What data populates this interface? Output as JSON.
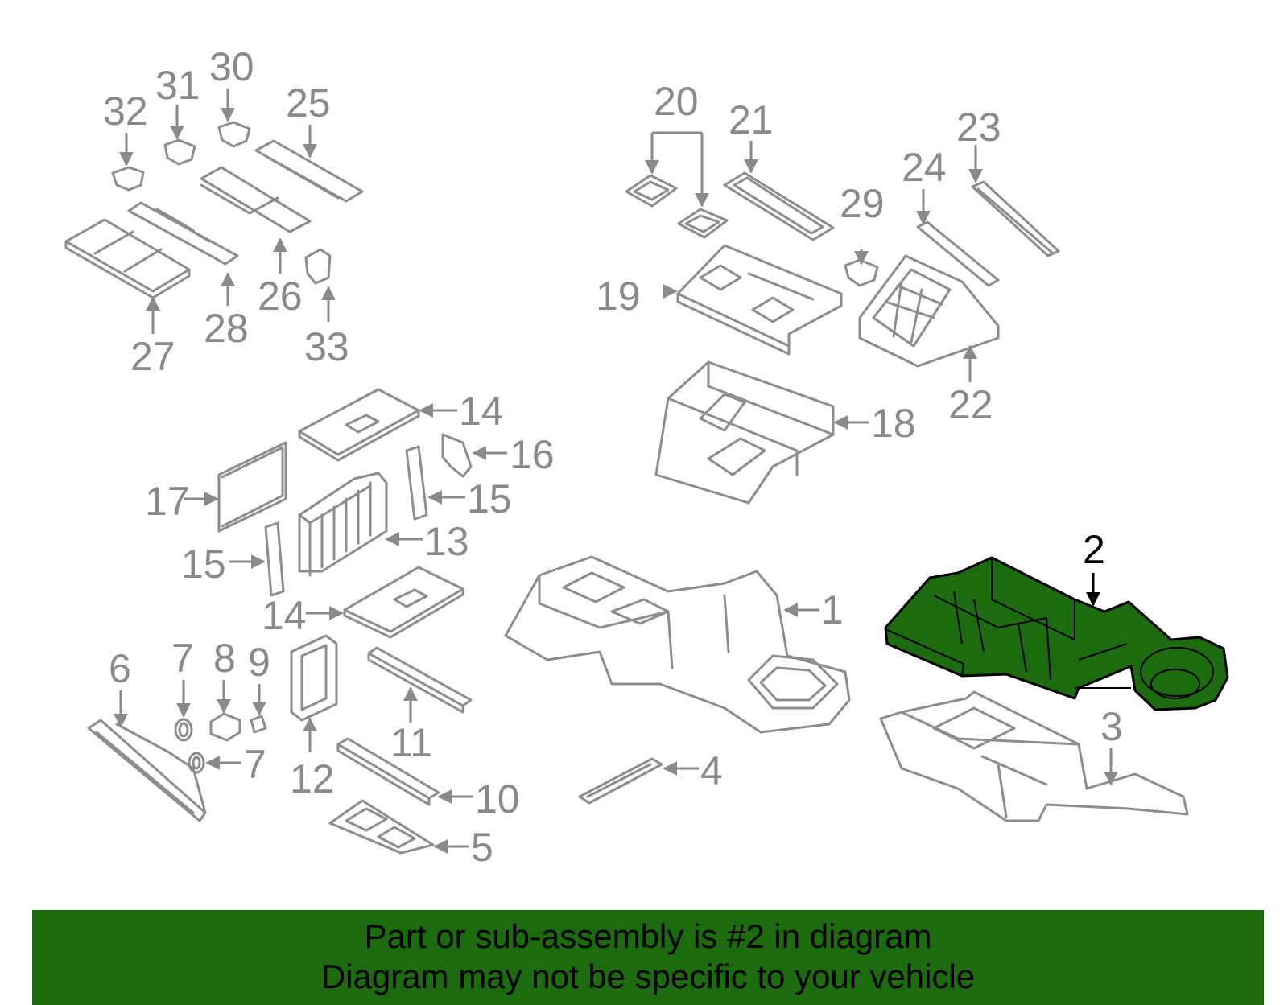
{
  "highlight_color": "#1c6b0e",
  "line_color": "#8d8d8d",
  "highlighted_part": "2",
  "callouts": {
    "c1": "1",
    "c2": "2",
    "c3": "3",
    "c4": "4",
    "c5": "5",
    "c6": "6",
    "c7a": "7",
    "c7b": "7",
    "c8": "8",
    "c9": "9",
    "c10": "10",
    "c11": "11",
    "c12": "12",
    "c13": "13",
    "c14a": "14",
    "c14b": "14",
    "c15a": "15",
    "c15b": "15",
    "c16": "16",
    "c17": "17",
    "c18": "18",
    "c19": "19",
    "c20": "20",
    "c21": "21",
    "c22": "22",
    "c23": "23",
    "c24": "24",
    "c25": "25",
    "c26": "26",
    "c27": "27",
    "c28": "28",
    "c29": "29",
    "c30": "30",
    "c31": "31",
    "c32": "32",
    "c33": "33"
  },
  "banner": {
    "line1": "Part or sub-assembly is #2 in diagram",
    "line2": "Diagram may not be specific to your vehicle"
  }
}
